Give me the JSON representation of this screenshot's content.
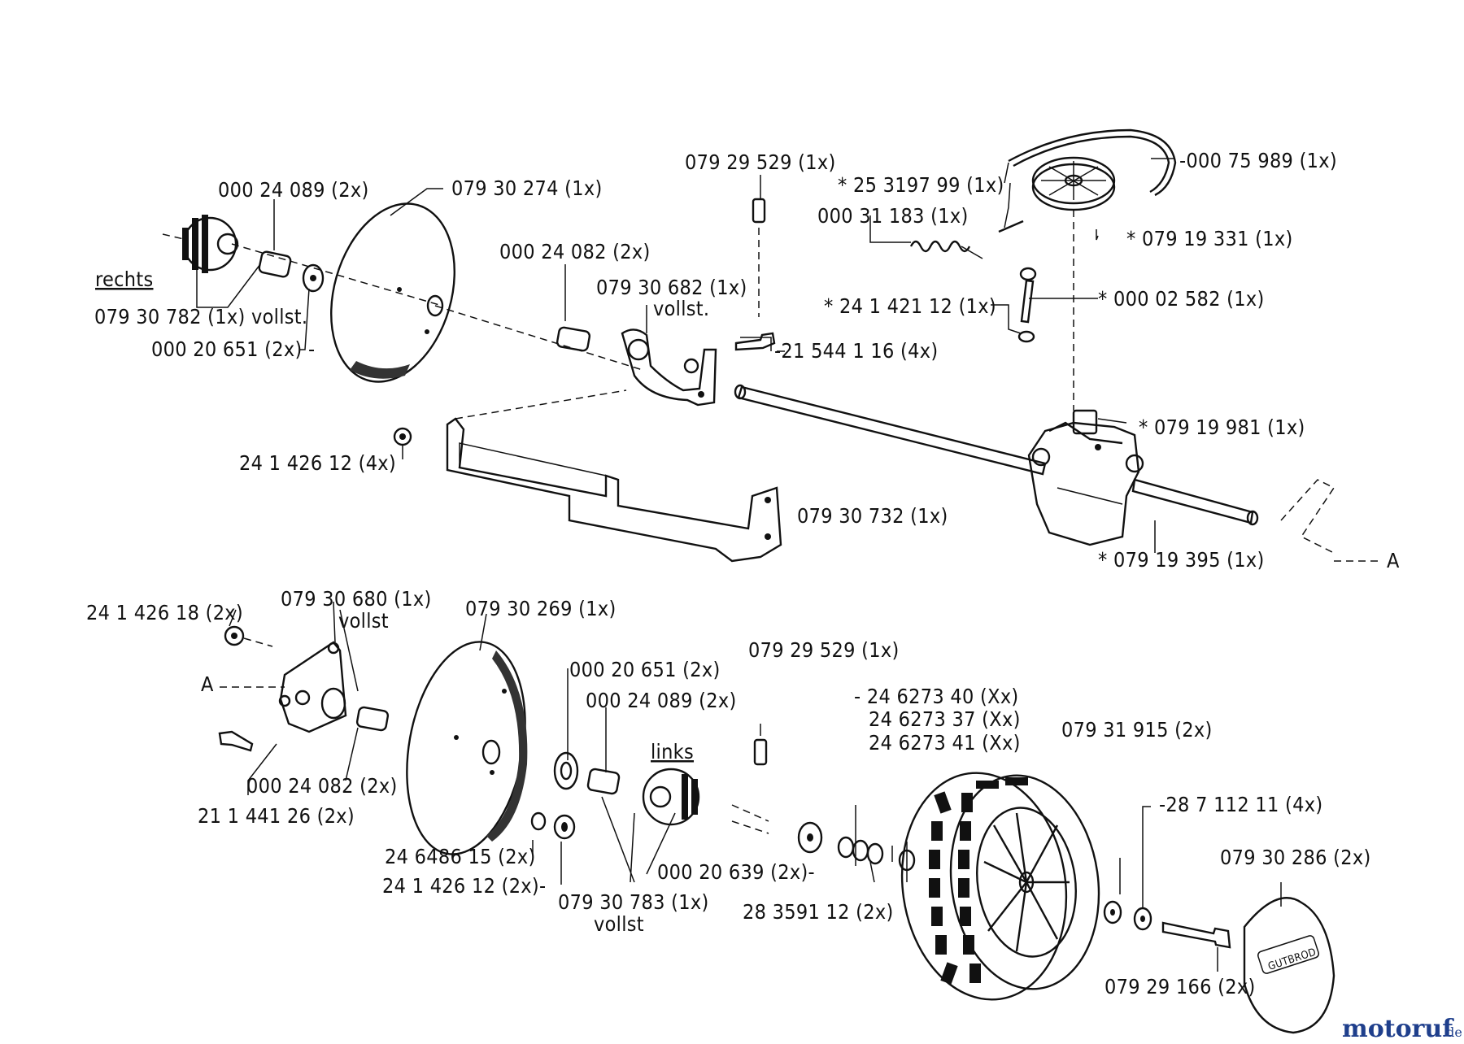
{
  "labels": {
    "p000_24089_top": "000 24 089  (2x)",
    "p079_30274": "079 30 274  (1x)",
    "rechts": "rechts",
    "p079_30782": "079 30 782 (1x) vollst.",
    "p000_20651_top": "000 20 651  (2x) -",
    "p000_24082_top": "000 24 082  (2x)",
    "p079_30682": "079 30 682  (1x)",
    "vollst_682": "vollst.",
    "p079_29529_top": "079 29 529  (1x)",
    "p215_44116": "-21 544 1 16  (4x)",
    "p241_42612_top": "24 1 426 12  (4x)",
    "p079_30732": "079 30 732  (1x)",
    "p253_19799": "* 25 3197 99  (1x)",
    "p000_31183": "000 31 183  (1x)",
    "p000_75989": "-000 75 989  (1x)",
    "p079_19331": "* 079 19 331  (1x)",
    "p241_42112": "* 24 1 421 12  (1x)",
    "p000_02582": "* 000 02 582  (1x)",
    "p079_19981": "* 079 19 981  (1x)",
    "p079_19395": "* 079 19 395  (1x)",
    "marker_A_right": "A",
    "p241_42618": "24 1 426 18  (2x)",
    "p079_30680": "079 30 680  (1x)",
    "vollst_680": "vollst",
    "marker_A_left": "A",
    "p079_30269": "079 30 269  (1x)",
    "p000_20651_bot": "000 20 651  (2x)",
    "p000_24089_bot": "000 24 089  (2x)",
    "links": "links",
    "p079_29529_bot": "079 29 529  (1x)",
    "p246_27340": "- 24 6273 40  (Xx)",
    "p246_27337": "24 6273 37  (Xx)",
    "p246_27341": "24 6273 41  (Xx)",
    "p079_31915": "079 31 915  (2x)",
    "p000_24082_bot": "000 24 082  (2x)",
    "p211_44126": "21 1 441 26  (2x)",
    "p287_11211": "-28 7 112 11  (4x)",
    "p079_30286": "079  30  286  (2x)",
    "p246_48615": "24 6486 15  (2x)",
    "p241_42612_bot": "24 1 426 12  (2x)-",
    "p079_30783": "079 30 783  (1x)",
    "vollst_783": "vollst",
    "p000_20639": "000  20 639  (2x)-",
    "p283_59112": "28 3591 12  (2x)",
    "p079_29166": "079 29 166  (2x)"
  },
  "hubcap_text": "GUTBROD",
  "watermark": {
    "brand": "motoruf",
    "suffix": ".de"
  }
}
